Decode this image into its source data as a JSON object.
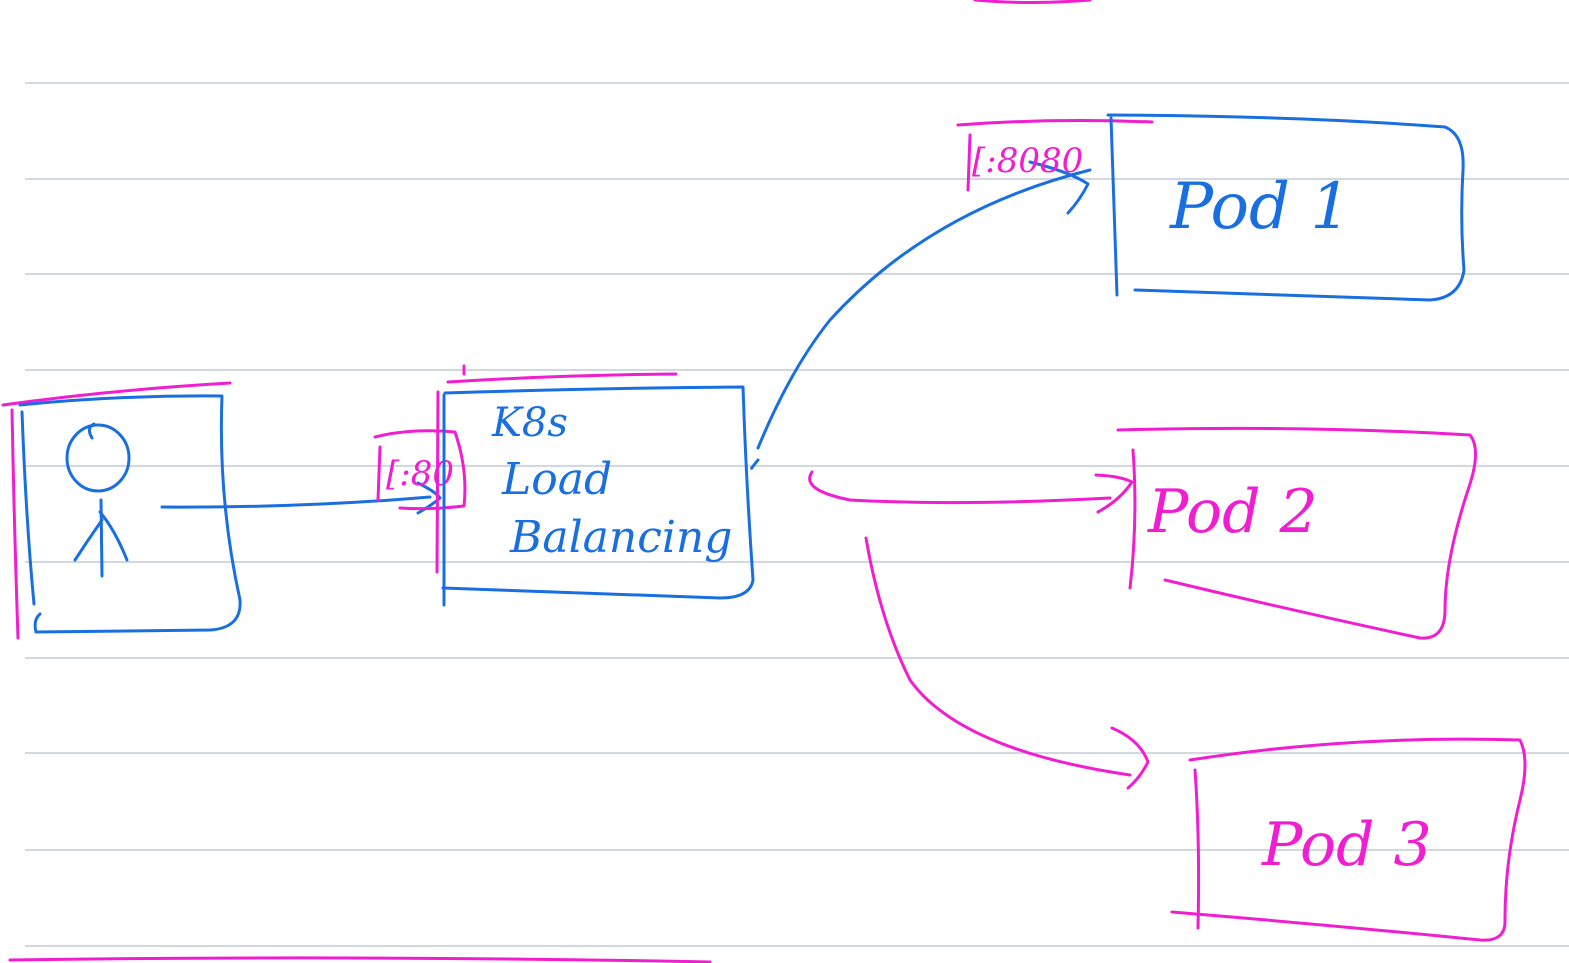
{
  "diagram": {
    "colors": {
      "ink_blue": "#1a6fe0",
      "ink_pink": "#f01ed0",
      "ruled_line": "#c3ccd6",
      "background": "#ffffff"
    },
    "nodes": {
      "user": {
        "label": ""
      },
      "load_balancer": {
        "lines": [
          "K8s",
          "Load",
          "Balancing"
        ]
      },
      "lb_port": {
        "label": "[:80"
      },
      "pod1": {
        "label": "Pod 1"
      },
      "pod1_port": {
        "label": "[:8080"
      },
      "pod2": {
        "label": "Pod 2"
      },
      "pod3": {
        "label": "Pod 3"
      }
    },
    "edges": [
      {
        "from": "user",
        "to": "load_balancer",
        "color": "blue"
      },
      {
        "from": "load_balancer",
        "to": "pod1",
        "color": "blue"
      },
      {
        "from": "load_balancer",
        "to": "pod2",
        "color": "pink"
      },
      {
        "from": "load_balancer",
        "to": "pod3",
        "color": "pink"
      }
    ]
  }
}
